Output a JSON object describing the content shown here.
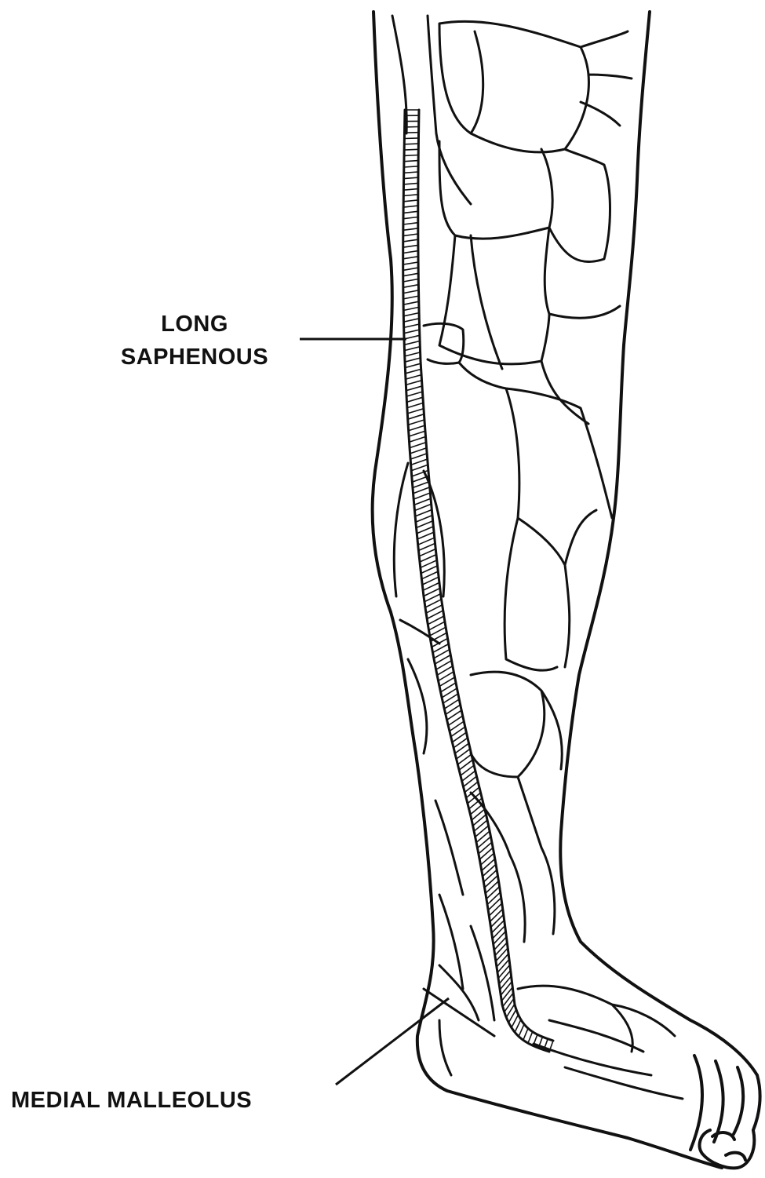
{
  "diagram": {
    "labels": {
      "long_saphenous_line1": "LONG",
      "long_saphenous_line2": "SAPHENOUS",
      "medial_malleolus": "MEDIAL MALLEOLUS"
    },
    "colors": {
      "ink": "#111111",
      "background": "#ffffff"
    }
  }
}
